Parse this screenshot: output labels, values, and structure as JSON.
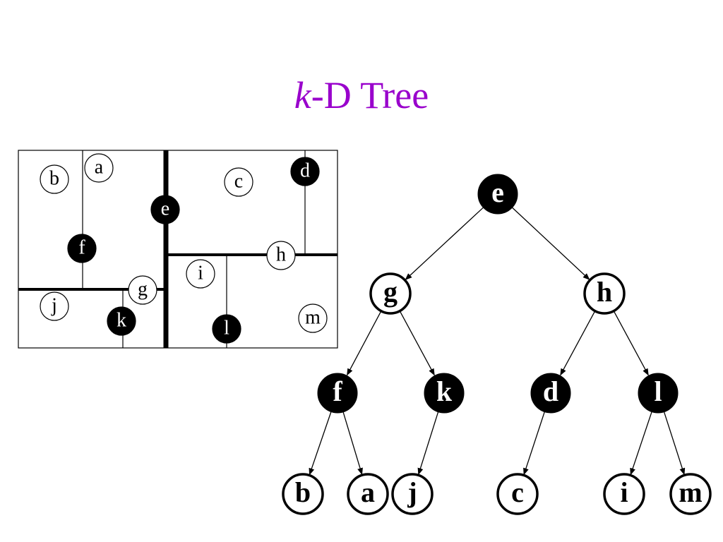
{
  "slide": {
    "title_k": "k",
    "title_rest": "-D Tree",
    "title_color": "#9900cc"
  },
  "colors": {
    "ink": "#000000",
    "paper": "#ffffff"
  },
  "partition": {
    "points": [
      {
        "id": "a",
        "label": "a",
        "filled": false
      },
      {
        "id": "b",
        "label": "b",
        "filled": false
      },
      {
        "id": "c",
        "label": "c",
        "filled": false
      },
      {
        "id": "d",
        "label": "d",
        "filled": true
      },
      {
        "id": "e",
        "label": "e",
        "filled": true
      },
      {
        "id": "f",
        "label": "f",
        "filled": true
      },
      {
        "id": "g",
        "label": "g",
        "filled": false
      },
      {
        "id": "h",
        "label": "h",
        "filled": false
      },
      {
        "id": "i",
        "label": "i",
        "filled": false
      },
      {
        "id": "j",
        "label": "j",
        "filled": false
      },
      {
        "id": "k",
        "label": "k",
        "filled": true
      },
      {
        "id": "l",
        "label": "l",
        "filled": true
      },
      {
        "id": "m",
        "label": "m",
        "filled": false
      }
    ]
  },
  "tree": {
    "nodes": [
      {
        "id": "e",
        "label": "e",
        "filled": true
      },
      {
        "id": "g",
        "label": "g",
        "filled": false
      },
      {
        "id": "h",
        "label": "h",
        "filled": false
      },
      {
        "id": "f",
        "label": "f",
        "filled": true
      },
      {
        "id": "k",
        "label": "k",
        "filled": true
      },
      {
        "id": "d",
        "label": "d",
        "filled": true
      },
      {
        "id": "l",
        "label": "l",
        "filled": true
      },
      {
        "id": "b",
        "label": "b",
        "filled": false
      },
      {
        "id": "a",
        "label": "a",
        "filled": false
      },
      {
        "id": "j",
        "label": "j",
        "filled": false
      },
      {
        "id": "c",
        "label": "c",
        "filled": false
      },
      {
        "id": "i",
        "label": "i",
        "filled": false
      },
      {
        "id": "m",
        "label": "m",
        "filled": false
      }
    ],
    "edges": [
      [
        "e",
        "g"
      ],
      [
        "e",
        "h"
      ],
      [
        "g",
        "f"
      ],
      [
        "g",
        "k"
      ],
      [
        "h",
        "d"
      ],
      [
        "h",
        "l"
      ],
      [
        "f",
        "b"
      ],
      [
        "f",
        "a"
      ],
      [
        "k",
        "j"
      ],
      [
        "d",
        "c"
      ],
      [
        "l",
        "i"
      ],
      [
        "l",
        "m"
      ]
    ]
  }
}
